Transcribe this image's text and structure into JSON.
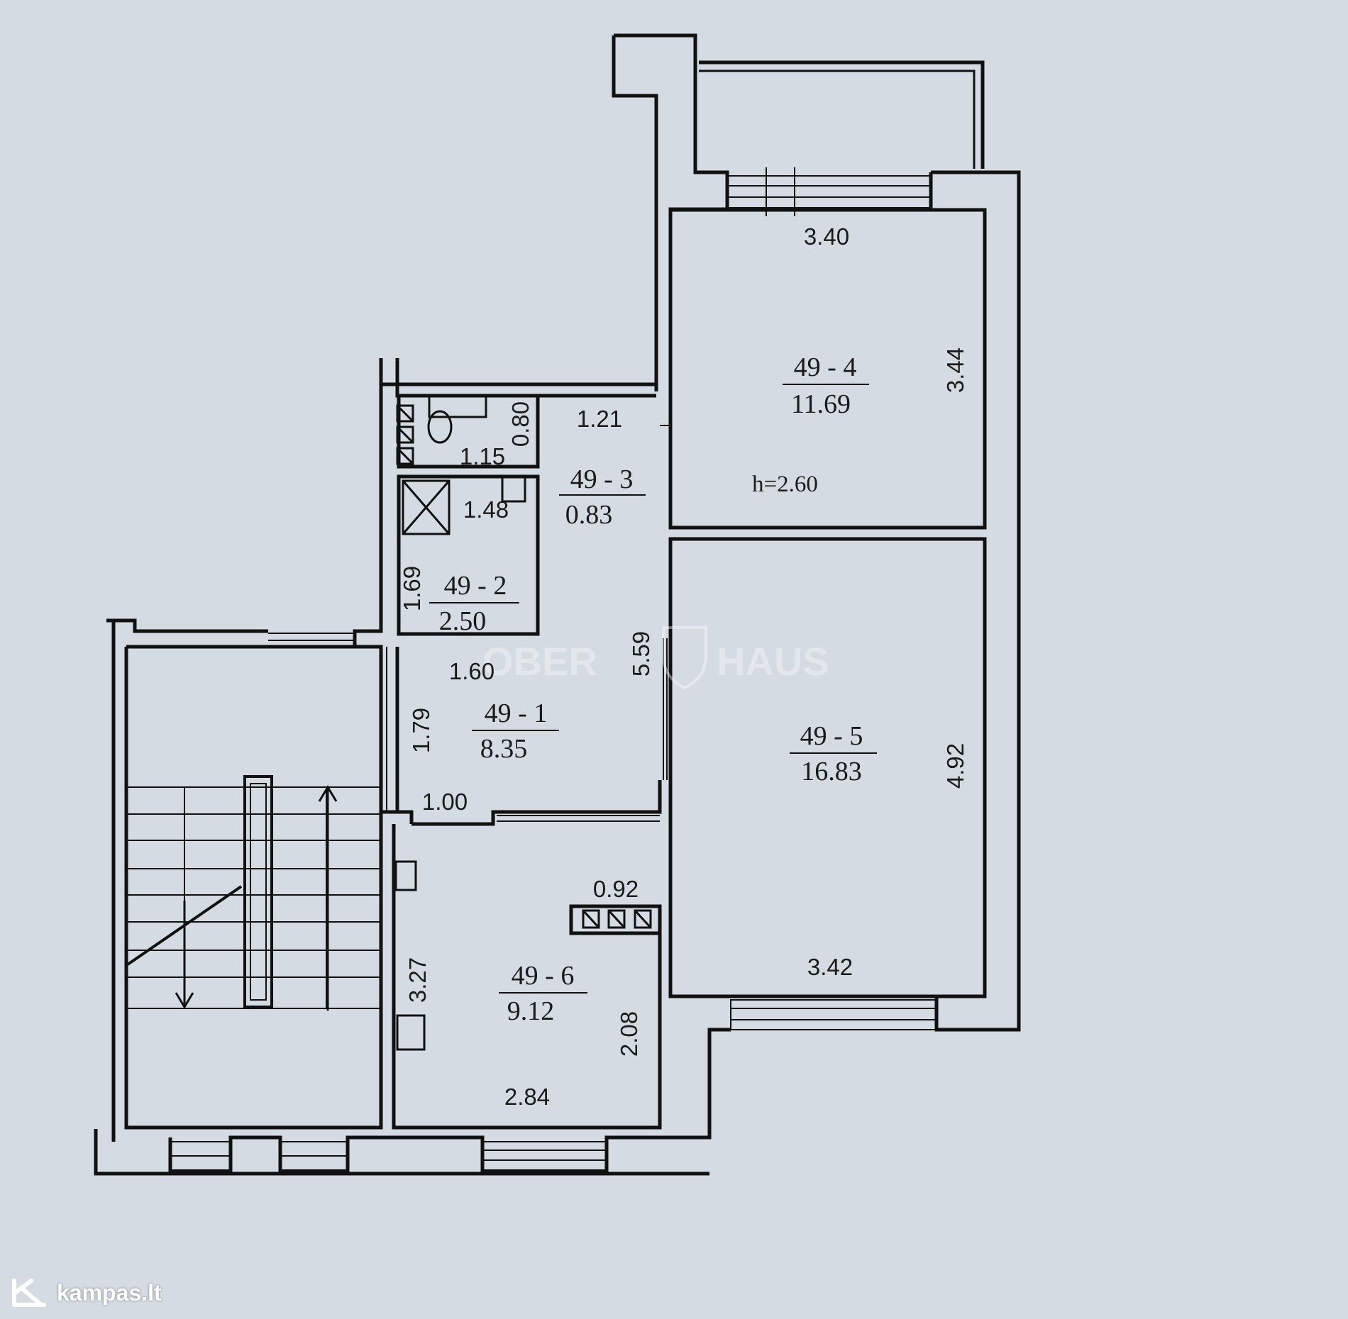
{
  "rooms": [
    {
      "id": "49 - 1",
      "area": "8.35"
    },
    {
      "id": "49 - 2",
      "area": "2.50"
    },
    {
      "id": "49 - 3",
      "area": "0.83"
    },
    {
      "id": "49 - 4",
      "area": "11.69"
    },
    {
      "id": "49 - 5",
      "area": "16.83"
    },
    {
      "id": "49 - 6",
      "area": "9.12"
    }
  ],
  "ceiling_height": "h=2.60",
  "dimensions": [
    "3.40",
    "3.44",
    "1.21",
    "0.80",
    "1.15",
    "1.48",
    "1.69",
    "1.60",
    "5.59",
    "1.79",
    "1.00",
    "4.92",
    "0.92",
    "3.42",
    "3.27",
    "2.08",
    "2.84"
  ],
  "watermark": {
    "left": "OBER",
    "right": "HAUS"
  },
  "brand": {
    "name": "kampas.lt",
    "icon": "kampas-logo-icon"
  }
}
